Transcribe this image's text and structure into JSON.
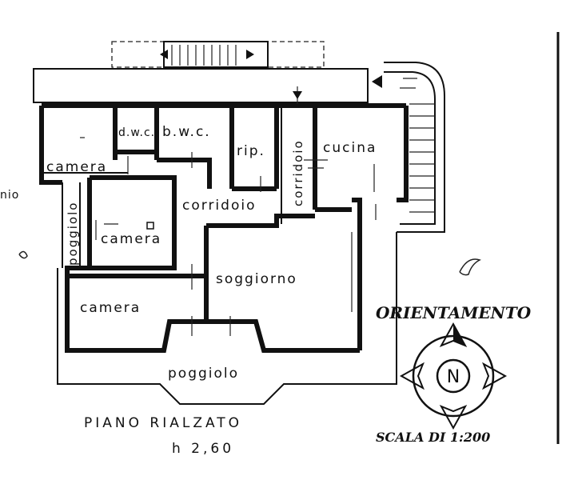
{
  "plan": {
    "rooms": {
      "camera_top_left": "camera",
      "dwc": "d.w.c.",
      "bwc": "b.w.c.",
      "rip": "rip.",
      "corridoio_vertical": "corridoio",
      "cucina": "cucina",
      "poggiolo_vertical": "poggiolo",
      "camera_middle": "camera",
      "corridoio_horizontal": "corridoio",
      "soggiorno": "soggiorno",
      "camera_bottom": "camera",
      "poggiolo_bottom": "poggiolo"
    },
    "edge_text": "nio",
    "floor_label": "PIANO RIALZATO",
    "floor_sub": "h 2,60",
    "orientation_title": "ORIENTAMENTO",
    "compass_letter": "N",
    "scale_label": "SCALA DI 1:200"
  }
}
